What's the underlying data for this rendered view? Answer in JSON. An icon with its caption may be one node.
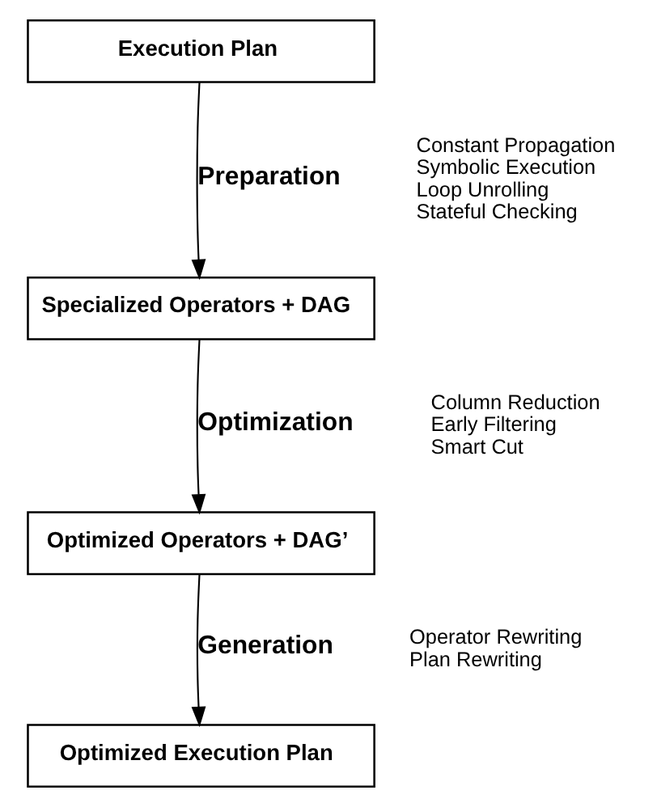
{
  "diagram": {
    "nodes": [
      {
        "text": [
          "Execution Plan"
        ]
      },
      {
        "text": [
          "Specialized Operators + DAG"
        ]
      },
      {
        "text": [
          "Optimized Operators + DAG’"
        ]
      },
      {
        "text": [
          "Optimized Execution Plan"
        ]
      }
    ],
    "edges": [
      {
        "from": 0,
        "to": 1,
        "arrow": "to",
        "label": "Preparation"
      },
      {
        "from": 1,
        "to": 2,
        "arrow": "to",
        "label": "Optimization"
      },
      {
        "from": 2,
        "to": 3,
        "arrow": "to",
        "label": "Generation"
      }
    ],
    "labels": [
      "Constant Propagation",
      "Symbolic Execution",
      "Loop Unrolling",
      "Stateful Checking",
      "Column Reduction",
      "Early Filtering",
      "Smart Cut",
      "Operator Rewriting",
      "Plan Rewriting"
    ]
  }
}
